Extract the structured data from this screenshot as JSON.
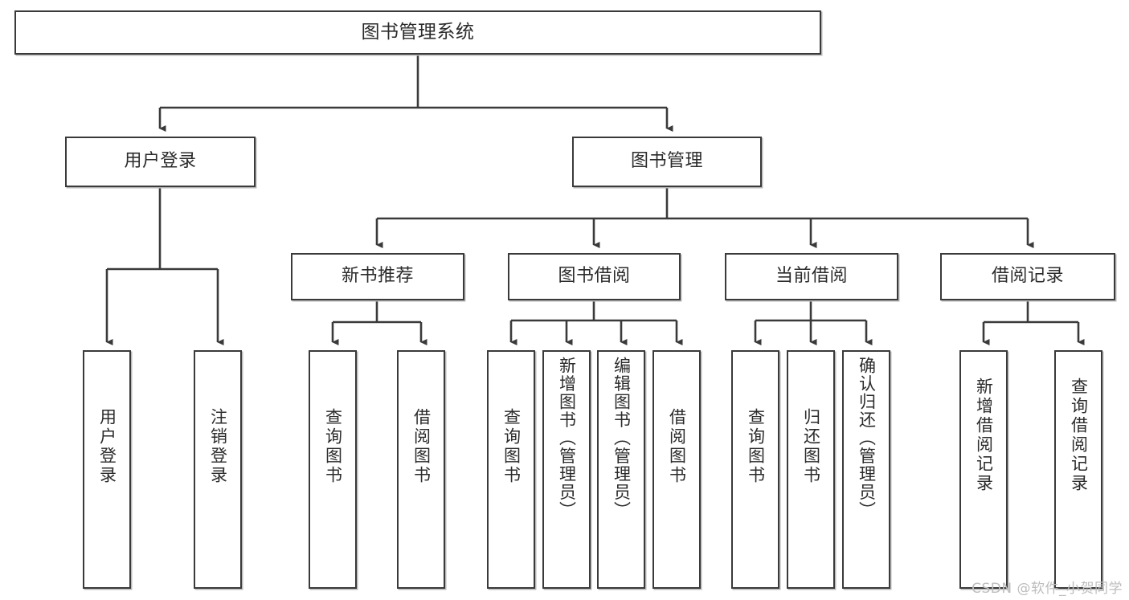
{
  "diagram": {
    "type": "tree-hierarchy",
    "title": "图书管理系统",
    "orientation": "top-down",
    "levels": 4,
    "root": {
      "id": "root",
      "label": "图书管理系统",
      "orientation": "horizontal"
    },
    "level2": [
      {
        "id": "user-login",
        "label": "用户登录",
        "orientation": "horizontal"
      },
      {
        "id": "book-management",
        "label": "图书管理",
        "orientation": "horizontal"
      }
    ],
    "level3": [
      {
        "id": "new-book-recommend",
        "label": "新书推荐",
        "orientation": "horizontal",
        "parent": "book-management"
      },
      {
        "id": "book-borrow",
        "label": "图书借阅",
        "orientation": "horizontal",
        "parent": "book-management"
      },
      {
        "id": "current-borrow",
        "label": "当前借阅",
        "orientation": "horizontal",
        "parent": "book-management"
      },
      {
        "id": "borrow-record",
        "label": "借阅记录",
        "orientation": "horizontal",
        "parent": "book-management"
      }
    ],
    "leaves": [
      {
        "id": "leaf-user-login",
        "label": "用户登录",
        "orientation": "vertical",
        "parent": "user-login"
      },
      {
        "id": "leaf-logout-login",
        "label": "注销登录",
        "orientation": "vertical",
        "parent": "user-login"
      },
      {
        "id": "leaf-query-book-1",
        "label": "查询图书",
        "orientation": "vertical",
        "parent": "new-book-recommend"
      },
      {
        "id": "leaf-borrow-book-1",
        "label": "借阅图书",
        "orientation": "vertical",
        "parent": "new-book-recommend"
      },
      {
        "id": "leaf-query-book-2",
        "label": "查询图书",
        "orientation": "vertical",
        "parent": "book-borrow"
      },
      {
        "id": "leaf-add-book",
        "label": "新增图书（管理员）",
        "orientation": "vertical",
        "parent": "book-borrow"
      },
      {
        "id": "leaf-edit-book",
        "label": "编辑图书（管理员）",
        "orientation": "vertical",
        "parent": "book-borrow"
      },
      {
        "id": "leaf-borrow-book-2",
        "label": "借阅图书",
        "orientation": "vertical",
        "parent": "book-borrow"
      },
      {
        "id": "leaf-query-book-3",
        "label": "查询图书",
        "orientation": "vertical",
        "parent": "current-borrow"
      },
      {
        "id": "leaf-return-book",
        "label": "归还图书",
        "orientation": "vertical",
        "parent": "current-borrow"
      },
      {
        "id": "leaf-confirm-return",
        "label": "确认归还（管理员）",
        "orientation": "vertical",
        "parent": "current-borrow"
      },
      {
        "id": "leaf-add-record",
        "label": "新增借阅记录",
        "orientation": "vertical",
        "parent": "borrow-record"
      },
      {
        "id": "leaf-query-record",
        "label": "查询借阅记录",
        "orientation": "vertical",
        "parent": "borrow-record"
      }
    ]
  },
  "watermark": {
    "text": "CSDN @软件_小贺同学"
  },
  "colors": {
    "stroke": "#3a3a3a",
    "node_fill": "#ffffff",
    "text": "#2b2b2b",
    "shadow": "#b9b9b9",
    "watermark": "#bdbdbd",
    "background": "#ffffff"
  }
}
